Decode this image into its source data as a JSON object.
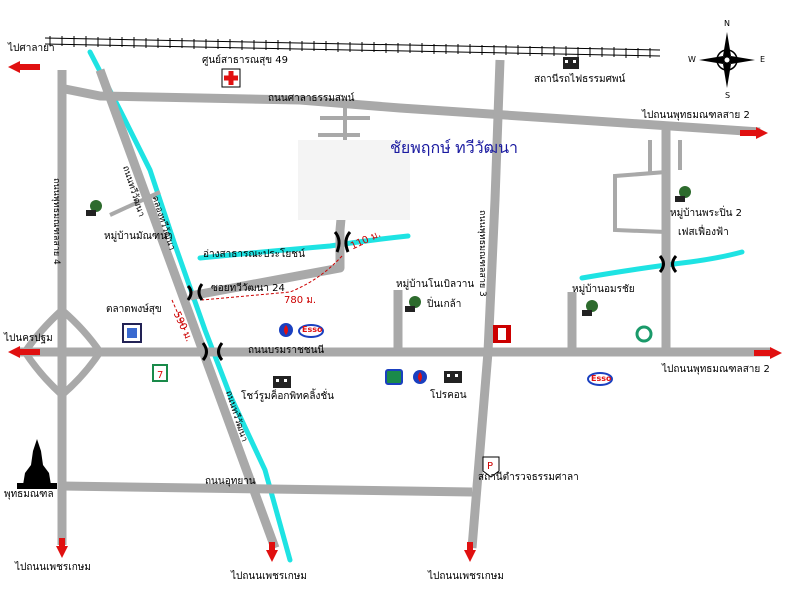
{
  "title": "ชัยพฤกษ์ ทวีวัฒนา",
  "compass": {
    "n": "N",
    "s": "S",
    "e": "E",
    "w": "W"
  },
  "roads": {
    "sala_thammasop": "ถนนศาลาธรรมสพน์",
    "borommaratchachonnani": "ถนนบรมราชชนนี",
    "thawi_watthana": "ถนนทวีวัฒนา",
    "thawi_watthana_lower": "ถนนทวีวัฒนา",
    "udhayan": "ถนนอุทยาน",
    "phutthamonthon_4": "ถนนพุทธมณฑลสาย 4",
    "phutthamonthon_3": "ถนนพุทธมณฑลสาย 3",
    "soi_thawi_24": "ซอยทวีวัฒนา 24",
    "canal_thawi": "คลองทวีวัฒนา"
  },
  "directions": {
    "to_sala_ya": "ไปศาลายา",
    "to_nakhon_pathom": "ไปนครปฐม",
    "to_phutthamonthon_2_top": "ไปถนนพุทธมณฑลสาย 2",
    "to_phutthamonthon_2_mid": "ไปถนนพุทธมณฑลสาย 2",
    "to_phetkasem_1": "ไปถนนเพชรเกษม",
    "to_phetkasem_2": "ไปถนนเพชรเกษม",
    "to_phetkasem_3": "ไปถนนเพชรเกษม"
  },
  "places": {
    "health_center": "ศูนย์สาธารณสุข 49",
    "train_station": "สถานีรถไฟธรรมศพน์",
    "public_pond": "อ่างสาธารณะประโยชน์",
    "village_manthana": "หมู่บ้านมัณฑนา",
    "market": "ตลาดพงษ์สุข",
    "village_noble": "หมู่บ้านโนเบิลวาน",
    "village_noble_2": "ปิ่นเกล้า",
    "village_phra_pin": "หมู่บ้านพระปิ่น 2",
    "village_phra_pin_2": "เฟสเฟื่องฟ้า",
    "village_amorn": "หมู่บ้านอมรชัย",
    "showroom": "โชว์รูมค็อกพิทคลิ้งชั่น",
    "procon": "โปรคอน",
    "police": "สถานีตำรวจธรรมศาลา",
    "phutthamonthon": "พุทธมณฑล"
  },
  "distances": {
    "d110": "110 ม.",
    "d780": "780 ม.",
    "d590": "590 ม."
  },
  "brands": {
    "esso_1": "Esso",
    "esso_2": "Esso"
  },
  "colors": {
    "road": "#a9a9a9",
    "canal": "#1ee3e3",
    "arrow": "#e01010",
    "title": "#1a1aa0"
  }
}
